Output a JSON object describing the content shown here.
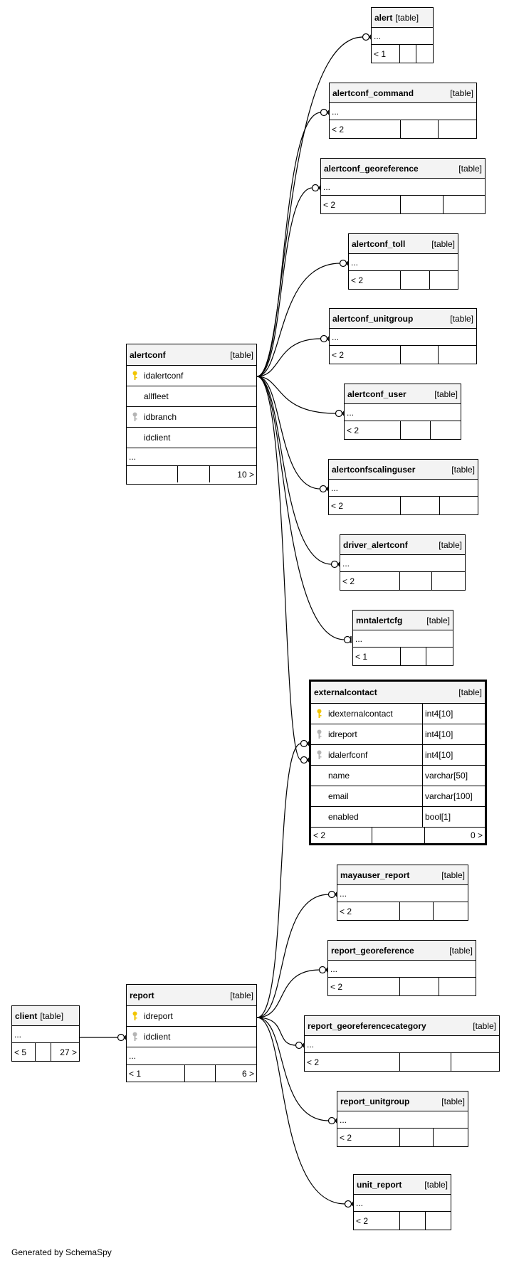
{
  "tables": {
    "alert": {
      "name": "alert",
      "kind": "[table]",
      "ellipsis": "...",
      "parents": "< 1"
    },
    "alertconf_command": {
      "name": "alertconf_command",
      "kind": "[table]",
      "ellipsis": "...",
      "parents": "< 2"
    },
    "alertconf_georeference": {
      "name": "alertconf_georeference",
      "kind": "[table]",
      "ellipsis": "...",
      "parents": "< 2"
    },
    "alertconf_toll": {
      "name": "alertconf_toll",
      "kind": "[table]",
      "ellipsis": "...",
      "parents": "< 2"
    },
    "alertconf_unitgroup": {
      "name": "alertconf_unitgroup",
      "kind": "[table]",
      "ellipsis": "...",
      "parents": "< 2"
    },
    "alertconf_user": {
      "name": "alertconf_user",
      "kind": "[table]",
      "ellipsis": "...",
      "parents": "< 2"
    },
    "alertconfscalinguser": {
      "name": "alertconfscalinguser",
      "kind": "[table]",
      "ellipsis": "...",
      "parents": "< 2"
    },
    "driver_alertconf": {
      "name": "driver_alertconf",
      "kind": "[table]",
      "ellipsis": "...",
      "parents": "< 2"
    },
    "mntalertcfg": {
      "name": "mntalertcfg",
      "kind": "[table]",
      "ellipsis": "...",
      "parents": "< 1"
    },
    "alertconf": {
      "name": "alertconf",
      "kind": "[table]",
      "ellipsis": "...",
      "parents": "",
      "children": "10 >",
      "columns": [
        {
          "name": "idalertconf",
          "key": "primary-key"
        },
        {
          "name": "allfleet",
          "key": ""
        },
        {
          "name": "idbranch",
          "key": "foreign-key"
        },
        {
          "name": "idclient",
          "key": ""
        }
      ]
    },
    "externalcontact": {
      "name": "externalcontact",
      "kind": "[table]",
      "parents": "< 2",
      "children": "0 >",
      "columns": [
        {
          "name": "idexternalcontact",
          "type": "int4[10]",
          "key": "primary-key"
        },
        {
          "name": "idreport",
          "type": "int4[10]",
          "key": "foreign-key"
        },
        {
          "name": "idalerfconf",
          "type": "int4[10]",
          "key": "foreign-key"
        },
        {
          "name": "name",
          "type": "varchar[50]",
          "key": ""
        },
        {
          "name": "email",
          "type": "varchar[100]",
          "key": ""
        },
        {
          "name": "enabled",
          "type": "bool[1]",
          "key": ""
        }
      ]
    },
    "mayauser_report": {
      "name": "mayauser_report",
      "kind": "[table]",
      "ellipsis": "...",
      "parents": "< 2"
    },
    "report_georeference": {
      "name": "report_georeference",
      "kind": "[table]",
      "ellipsis": "...",
      "parents": "< 2"
    },
    "report_georeferencecategory": {
      "name": "report_georeferencecategory",
      "kind": "[table]",
      "ellipsis": "...",
      "parents": "< 2"
    },
    "report_unitgroup": {
      "name": "report_unitgroup",
      "kind": "[table]",
      "ellipsis": "...",
      "parents": "< 2"
    },
    "unit_report": {
      "name": "unit_report",
      "kind": "[table]",
      "ellipsis": "...",
      "parents": "< 2"
    },
    "client": {
      "name": "client",
      "kind": "[table]",
      "ellipsis": "...",
      "parents": "< 5",
      "children": "27 >"
    },
    "report": {
      "name": "report",
      "kind": "[table]",
      "ellipsis": "...",
      "parents": "< 1",
      "children": "6 >",
      "columns": [
        {
          "name": "idreport",
          "key": "primary-key"
        },
        {
          "name": "idclient",
          "key": "foreign-key"
        }
      ]
    }
  },
  "footer": {
    "generated_by": "Generated by SchemaSpy"
  },
  "colors": {
    "primary_key": "#f2c500",
    "foreign_key": "#b5b5b5",
    "header_bg": "#f3f3f3"
  }
}
